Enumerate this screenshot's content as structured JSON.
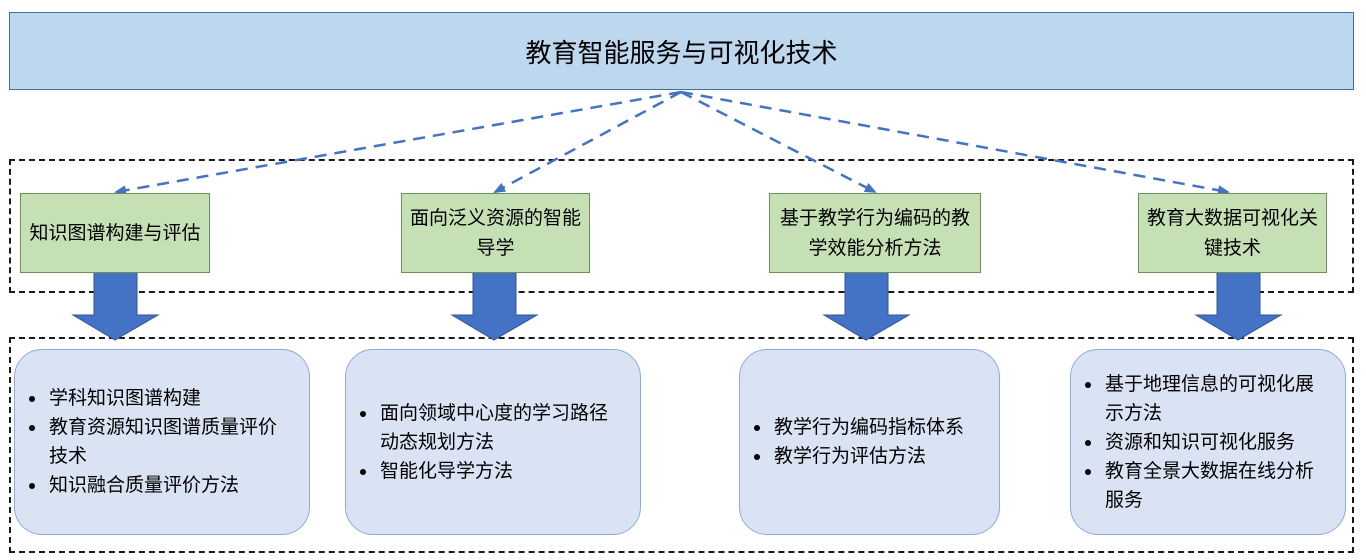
{
  "title": "教育智能服务与可视化技术",
  "colors": {
    "title_fill": "#bdd7ee",
    "category_fill": "#c5e0b4",
    "detail_fill": "#dae3f3",
    "arrow": "#4472c4",
    "frame": "#1a1a1a"
  },
  "categories": [
    {
      "label": "知识图谱构建与评估"
    },
    {
      "label": "面向泛义资源的智能导学"
    },
    {
      "label": "基于教学行为编码的教学效能分析方法"
    },
    {
      "label": "教育大数据可视化关键技术"
    }
  ],
  "details": [
    {
      "items": [
        "学科知识图谱构建",
        "教育资源知识图谱质量评价技术",
        "知识融合质量评价方法"
      ]
    },
    {
      "items": [
        "面向领域中心度的学习路径动态规划方法",
        "智能化导学方法"
      ]
    },
    {
      "items": [
        "教学行为编码指标体系",
        "教学行为评估方法"
      ]
    },
    {
      "items": [
        "基于地理信息的可视化展示方法",
        "资源和知识可视化服务",
        "教育全景大数据在线分析服务"
      ]
    }
  ]
}
